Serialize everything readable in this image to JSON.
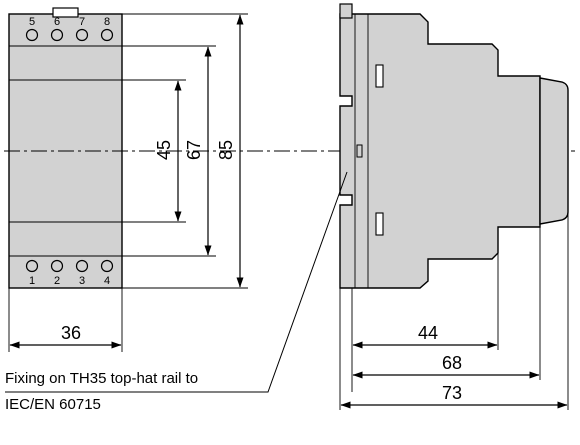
{
  "terminals_top": [
    "5",
    "6",
    "7",
    "8"
  ],
  "terminals_bottom": [
    "1",
    "2",
    "3",
    "4"
  ],
  "dimensions": {
    "width_front": "36",
    "height_inner": "45",
    "height_mid": "67",
    "height_total": "85",
    "depth_1": "44",
    "depth_2": "68",
    "depth_3": "73"
  },
  "note": {
    "line1": "Fixing on TH35 top-hat rail to",
    "line2": "IEC/EN 60715"
  },
  "colors": {
    "body_fill": "#d2d2d2",
    "outline": "#000000"
  }
}
